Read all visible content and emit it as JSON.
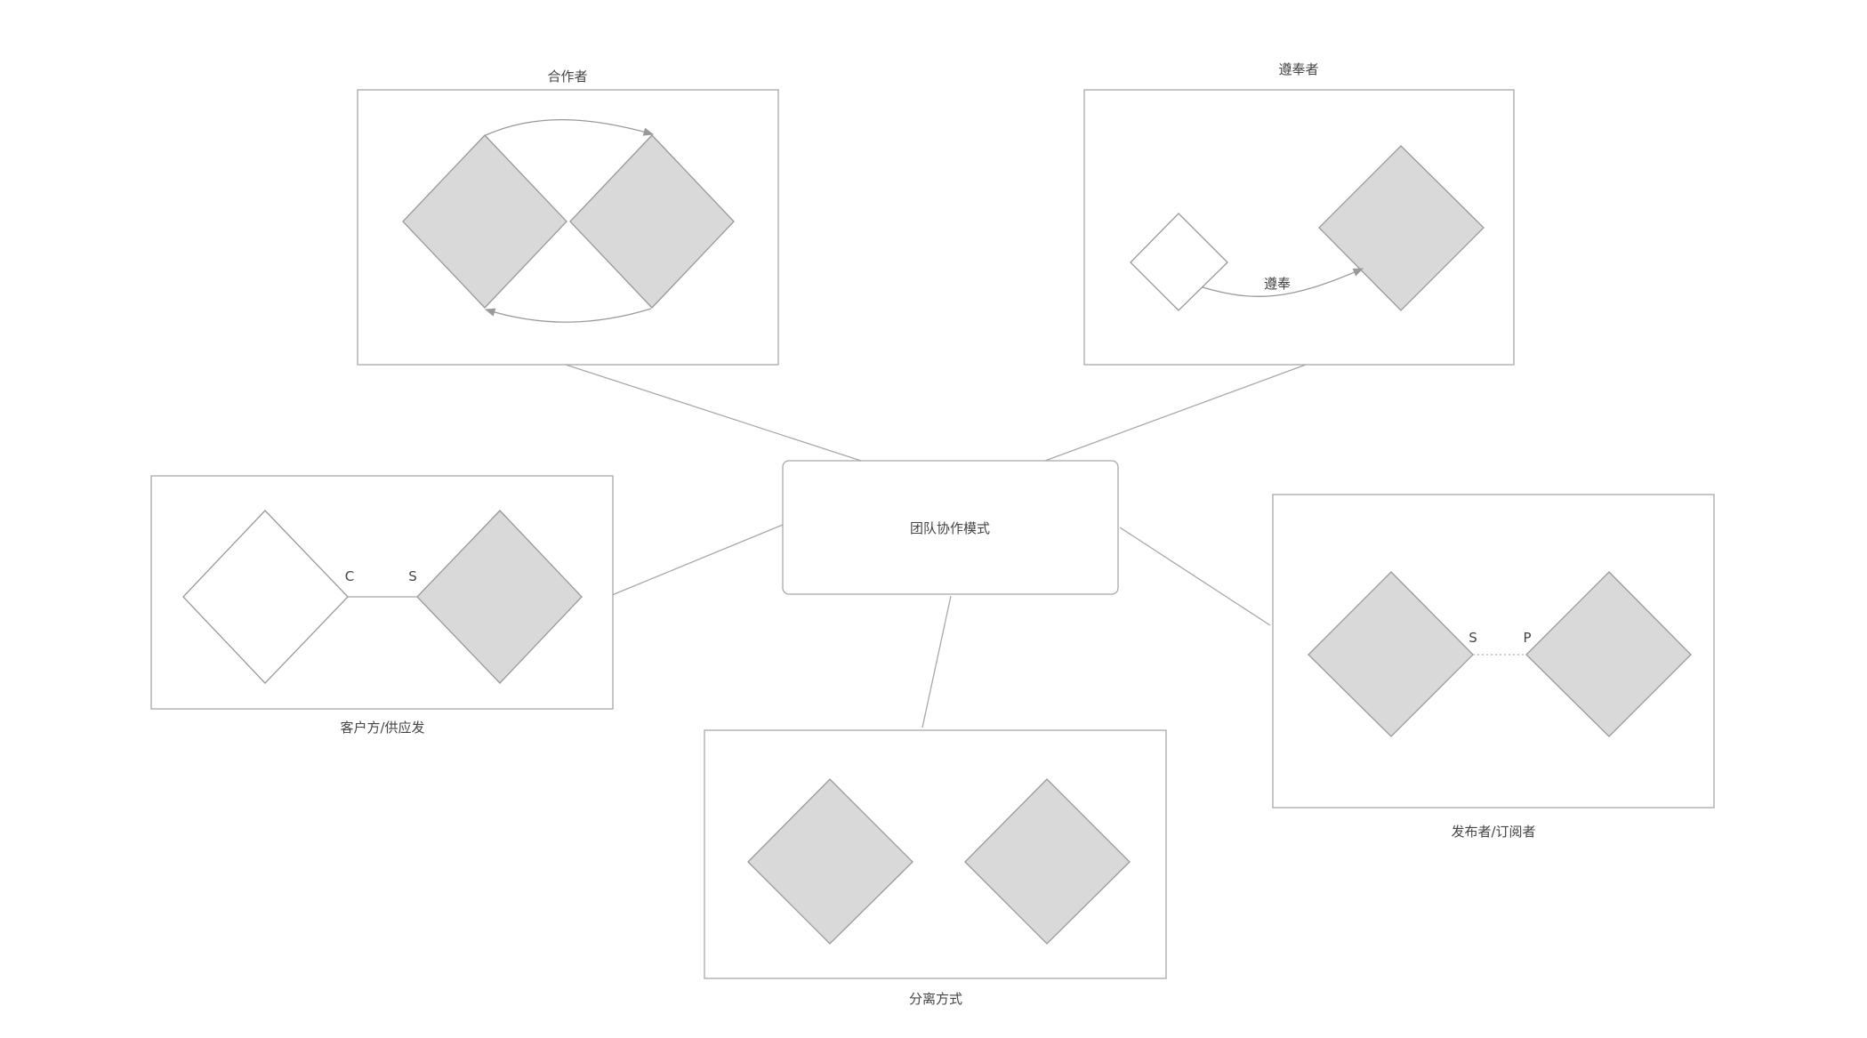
{
  "central": {
    "label": "团队协作模式"
  },
  "patterns": {
    "partner": {
      "title": "合作者"
    },
    "conformist": {
      "title": "遵奉者",
      "arrow_label": "遵奉"
    },
    "customer_supplier": {
      "title": "客户方/供应发",
      "left_tag": "C",
      "right_tag": "S"
    },
    "separate_ways": {
      "title": "分离方式"
    },
    "publisher_subscriber": {
      "title": "发布者/订阅者",
      "left_tag": "S",
      "right_tag": "P"
    }
  },
  "colors": {
    "frame_stroke": "#a8a8a8",
    "diamond_fill": "#d9d9d9",
    "diamond_stroke": "#999999",
    "text": "#444444"
  }
}
